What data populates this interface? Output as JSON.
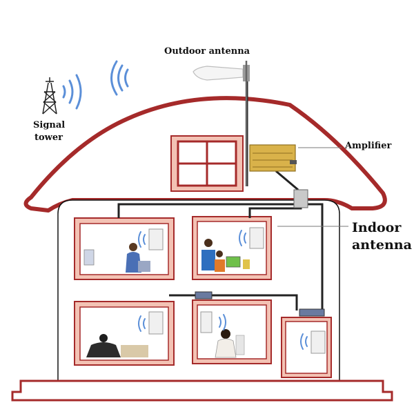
{
  "labels": {
    "outdoor_antenna": "Outdoor antenna",
    "signal_tower_line1": "Signal",
    "signal_tower_line2": "tower",
    "amplifier": "Amplifier",
    "indoor_antenna_line1": "Indoor",
    "indoor_antenna_line2": "antenna"
  },
  "colors": {
    "house_outline": "#a52a2a",
    "window_fill": "#f3c2b4",
    "cable": "#222222",
    "signal_wave": "#5b8fd8",
    "amplifier_gold": "#d9b24a"
  },
  "icons": [
    "signal-tower-icon",
    "outdoor-antenna-icon",
    "amplifier-icon",
    "splitter-icon",
    "indoor-antenna-icon",
    "signal-wave-icon"
  ]
}
